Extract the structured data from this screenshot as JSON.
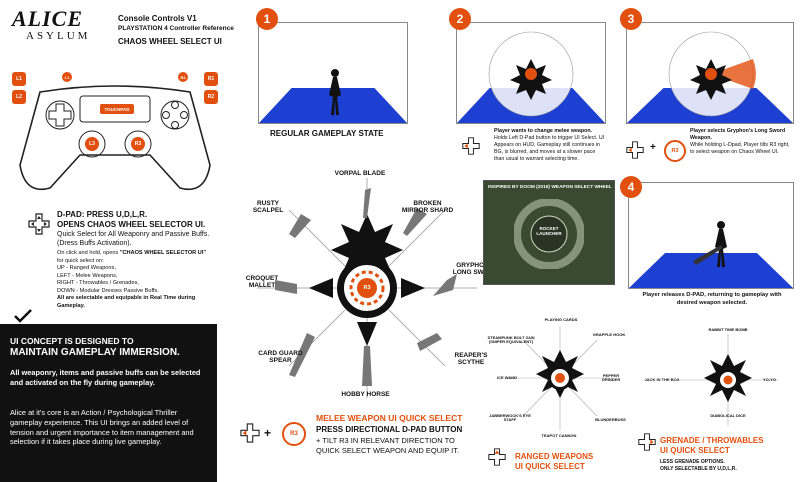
{
  "header": {
    "logo_main": "ALICE",
    "logo_sub": "ASYLUM",
    "title": "Console Controls V1",
    "subtitle": "PLAYSTATION 4 Controller Reference",
    "section": "CHAOS WHEEL SELECT UI"
  },
  "controller": {
    "l1": "L1",
    "l2": "L2",
    "r1": "R1",
    "r2": "R2",
    "l3": "L3",
    "r3": "R3",
    "touchpad": "TOUCHPAD",
    "l_small": "L1",
    "r_small": "R2"
  },
  "dpad_info": {
    "title": "D-PAD: PRESS U,D,L,R.",
    "subtitle": "OPENS CHAOS WHEEL SELECTOR UI.",
    "desc": "Quick Select for All Weaponry and Passive Buffs. (Dress Buffs Activation).",
    "line1": "On click and hold, opens ",
    "line1b": "\"CHAOS WHEEL SELECTOR UI\"",
    "line2": "for quick select on:",
    "up": "UP - Ranged Weapons,",
    "left": "LEFT - Melee Weapons,",
    "right": "RIGHT - Throwables / Grenades,",
    "down": "DOWN - Modular Dresses Passive Buffs.",
    "footer": "All are selectable and equipable in Real Time during Gameplay."
  },
  "concept": {
    "heading1": "UI CONCEPT IS DESIGNED TO",
    "heading2": "MAINTAIN GAMEPLAY IMMERSION.",
    "para1": "All weaponry, items and passive buffs can be selected and activated on the fly during gameplay.",
    "para2": "Alice at it's core is an Action / Psychological Thriller gameplay experience. This UI brings an added level of tension and urgent importance to item management and selection if it takes place during live gameplay."
  },
  "melee_wheel": {
    "labels": [
      "VORPAL BLADE",
      "BROKEN MIRROR SHARD",
      "GRYPHON'S LONG SWORD",
      "REAPER'S SCYTHE",
      "HOBBY HORSE",
      "CARD GUARD SPEAR",
      "CROQUET MALLET",
      "RUSTY SCALPEL"
    ],
    "center": "R3",
    "title": "MELEE WEAPON UI QUICK SELECT",
    "line1": "PRESS DIRECTIONAL D-PAD BUTTON",
    "line2": "+ TILT R3 IN RELEVANT DIRECTION TO",
    "line3": "QUICK SELECT WEAPON AND EQUIP IT."
  },
  "panels": {
    "p1": {
      "num": "1",
      "caption": "REGULAR GAMEPLAY STATE"
    },
    "p2": {
      "num": "2",
      "cap_bold": "Player wants to change melee weapon.",
      "cap_text": "Holds Left D-Pad button to trigger UI Select. UI Appears on HUD, Gameplay still continues in BG, is blurred, and moves at a slower pace than usual to warrant selecting time."
    },
    "p3": {
      "num": "3",
      "cap_bold": "Player selects Gryphon's Long Sword Weapon.",
      "cap_text": "While holding L-Dpad, Player tilts R3 right, to select weapon on Chaos Wheel UI."
    },
    "p4": {
      "num": "4",
      "caption": "Player releases D-PAD, returning to gameplay with desired weapon selected."
    },
    "doom": {
      "label": "INSPIRED BY DOOM (2016) WEAPON SELECT WHEEL",
      "center": "ROCKET LAUNCHER"
    }
  },
  "ranged": {
    "labels": [
      "PLAYING CARDS",
      "GRAPPLE HOOK",
      "PEPPER GRINDER",
      "BLUNDERBUSS",
      "TEAPOT CANNON",
      "JABBERWOCK'S EYE STAFF",
      "ICE WAND",
      "STEAMPUNK BOLT GUN (SNIPER EQUIVALENT)"
    ],
    "title1": "RANGED WEAPONS",
    "title2": "UI QUICK SELECT"
  },
  "grenade": {
    "labels": [
      "RABBIT TIME BOMB",
      "YO-YO",
      "DIABOLICAL DICE",
      "JACK IN THE BOX"
    ],
    "title1": "GRENADE / THROWABLES",
    "title2": "UI QUICK SELECT",
    "note1": "LESS GRENADE OPTIONS.",
    "note2": "ONLY SELECTABLE BY U,D,L,R."
  },
  "colors": {
    "accent": "#e2500f",
    "floor": "#1d3fd2",
    "dark": "#111111"
  }
}
